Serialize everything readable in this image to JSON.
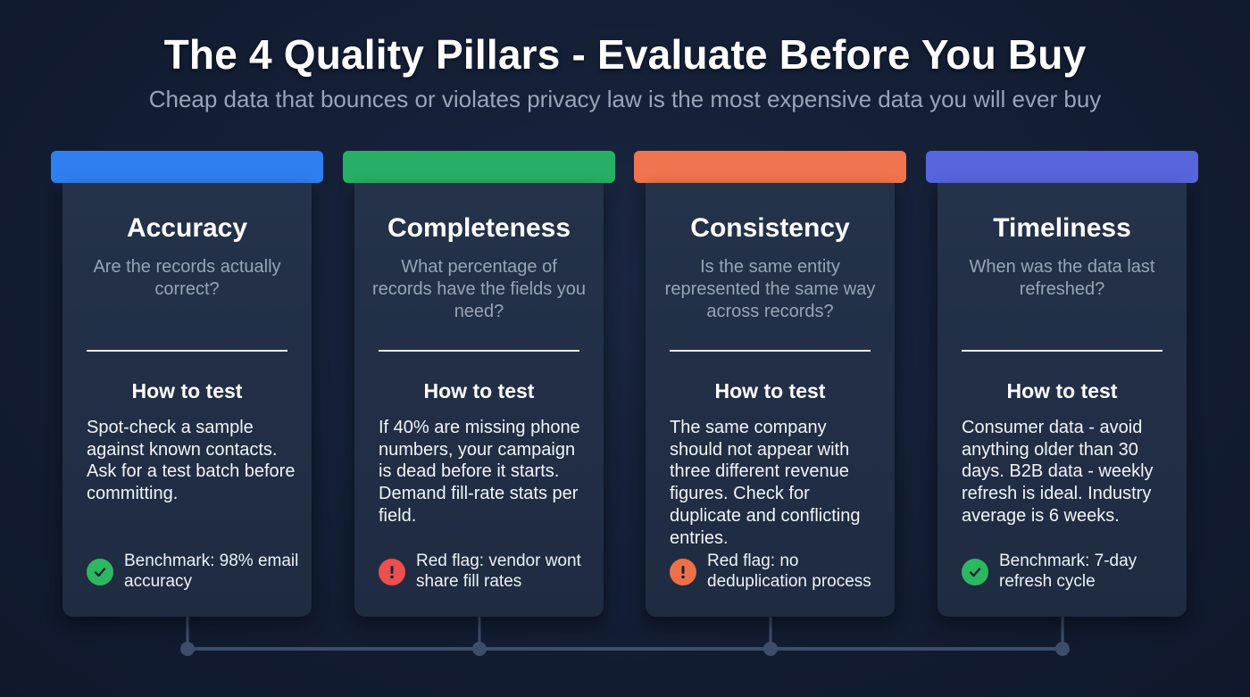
{
  "header": {
    "title": "The 4 Quality Pillars - Evaluate Before You Buy",
    "subtitle": "Cheap data that bounces or violates privacy law is the most expensive data you will ever buy"
  },
  "colors": {
    "accuracy": "#2f7ff0",
    "completeness": "#27b065",
    "consistency": "#f0744e",
    "timeliness": "#5865dc",
    "benchmark_icon": "#2cb862",
    "red_flag_accuracy": "#ec4f4f",
    "red_flag_consistency": "#ee7049",
    "connector": "#3d4d6a"
  },
  "pillars": [
    {
      "name": "Accuracy",
      "question": "Are the records actually correct?",
      "test_heading": "How to test",
      "test_body": "Spot-check a sample against known contacts. Ask for a test batch before committing.",
      "note_type": "benchmark",
      "note_icon": "check-circle-icon",
      "note": "Benchmark: 98% email accuracy"
    },
    {
      "name": "Completeness",
      "question": "What percentage of records have the fields you need?",
      "test_heading": "How to test",
      "test_body": "If 40% are missing phone numbers, your campaign is dead before it starts. Demand fill-rate stats per field.",
      "note_type": "red-flag",
      "note_icon": "alert-circle-icon",
      "note": "Red flag: vendor wont share fill rates"
    },
    {
      "name": "Consistency",
      "question": "Is the same entity represented the same way across records?",
      "test_heading": "How to test",
      "test_body": "The same company should not appear with three different revenue figures. Check for duplicate and conflicting entries.",
      "note_type": "red-flag",
      "note_icon": "alert-circle-icon",
      "note": "Red flag: no deduplication process"
    },
    {
      "name": "Timeliness",
      "question": "When was the data last refreshed?",
      "test_heading": "How to test",
      "test_body": "Consumer data - avoid anything older than 30 days. B2B data - weekly refresh is ideal. Industry average is 6 weeks.",
      "note_type": "benchmark",
      "note_icon": "check-circle-icon",
      "note": "Benchmark: 7-day refresh cycle"
    }
  ]
}
